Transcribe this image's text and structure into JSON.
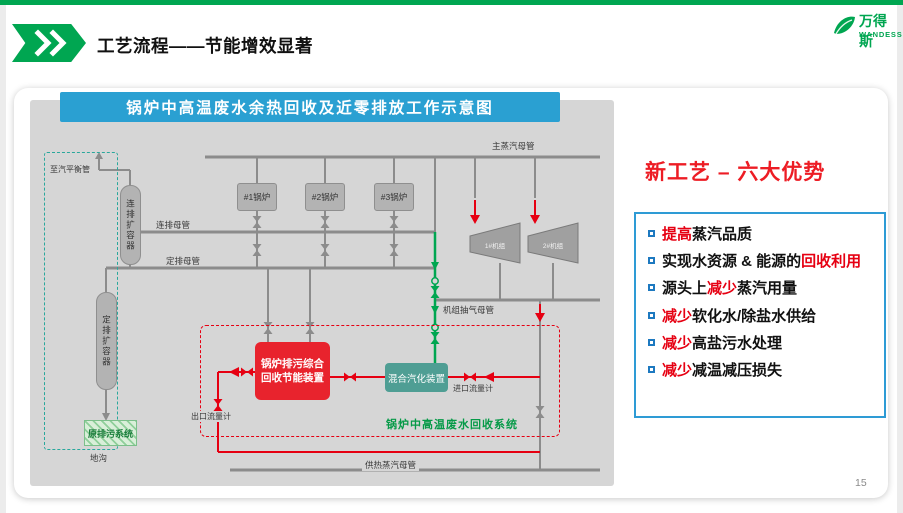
{
  "header": {
    "title": "工艺流程——节能增效显著",
    "logo": {
      "cn": "万得斯",
      "en": "WANDESS"
    }
  },
  "diagram": {
    "banner": "锅炉中高温废水余热回收及近零排放工作示意图",
    "labels": {
      "main_steam": "主蒸汽母管",
      "to_balance": "至汽平衡管",
      "lianpai_header": "连排母管",
      "dingpai_header": "定排母管",
      "lianpai_vessel": "连排扩容器",
      "dingpai_vessel": "定排扩容器",
      "original_drain": "原排污系统",
      "ditch": "地沟",
      "boiler1": "#1锅炉",
      "boiler2": "#2锅炉",
      "boiler3": "#3锅炉",
      "unit1": "1#机组",
      "unit2": "2#机组",
      "extraction_header": "机组抽气母管",
      "device_line1": "锅炉排污综合",
      "device_line2": "回收节能装置",
      "mixer": "混合汽化装置",
      "inlet_meter": "进口流量计",
      "outlet_meter": "出口流量计",
      "recovery_system": "锅炉中高温废水回收系统",
      "heating_header": "供热蒸汽母管"
    }
  },
  "advantages": {
    "title": "新工艺 – 六大优势",
    "items": [
      {
        "pre": "",
        "mid": "提高",
        "post": "蒸汽品质"
      },
      {
        "pre": "实现水资源 & 能源的",
        "mid": "回收利用",
        "post": ""
      },
      {
        "pre": "源头上",
        "mid": "减少",
        "post": "蒸汽用量"
      },
      {
        "pre": "",
        "mid": "减少",
        "post": "软化水/除盐水供给"
      },
      {
        "pre": "",
        "mid": "减少",
        "post": "高盐污水处理"
      },
      {
        "pre": "",
        "mid": "减少",
        "post": "减温减压损失"
      }
    ]
  },
  "page_number": "15",
  "colors": {
    "accent_green": "#00a651",
    "banner_blue": "#2aa0d2",
    "device_red": "#e8232d",
    "mixer_teal": "#4f9e94",
    "highlight_red": "#e60012",
    "box_border_blue": "#2e9bd5"
  }
}
